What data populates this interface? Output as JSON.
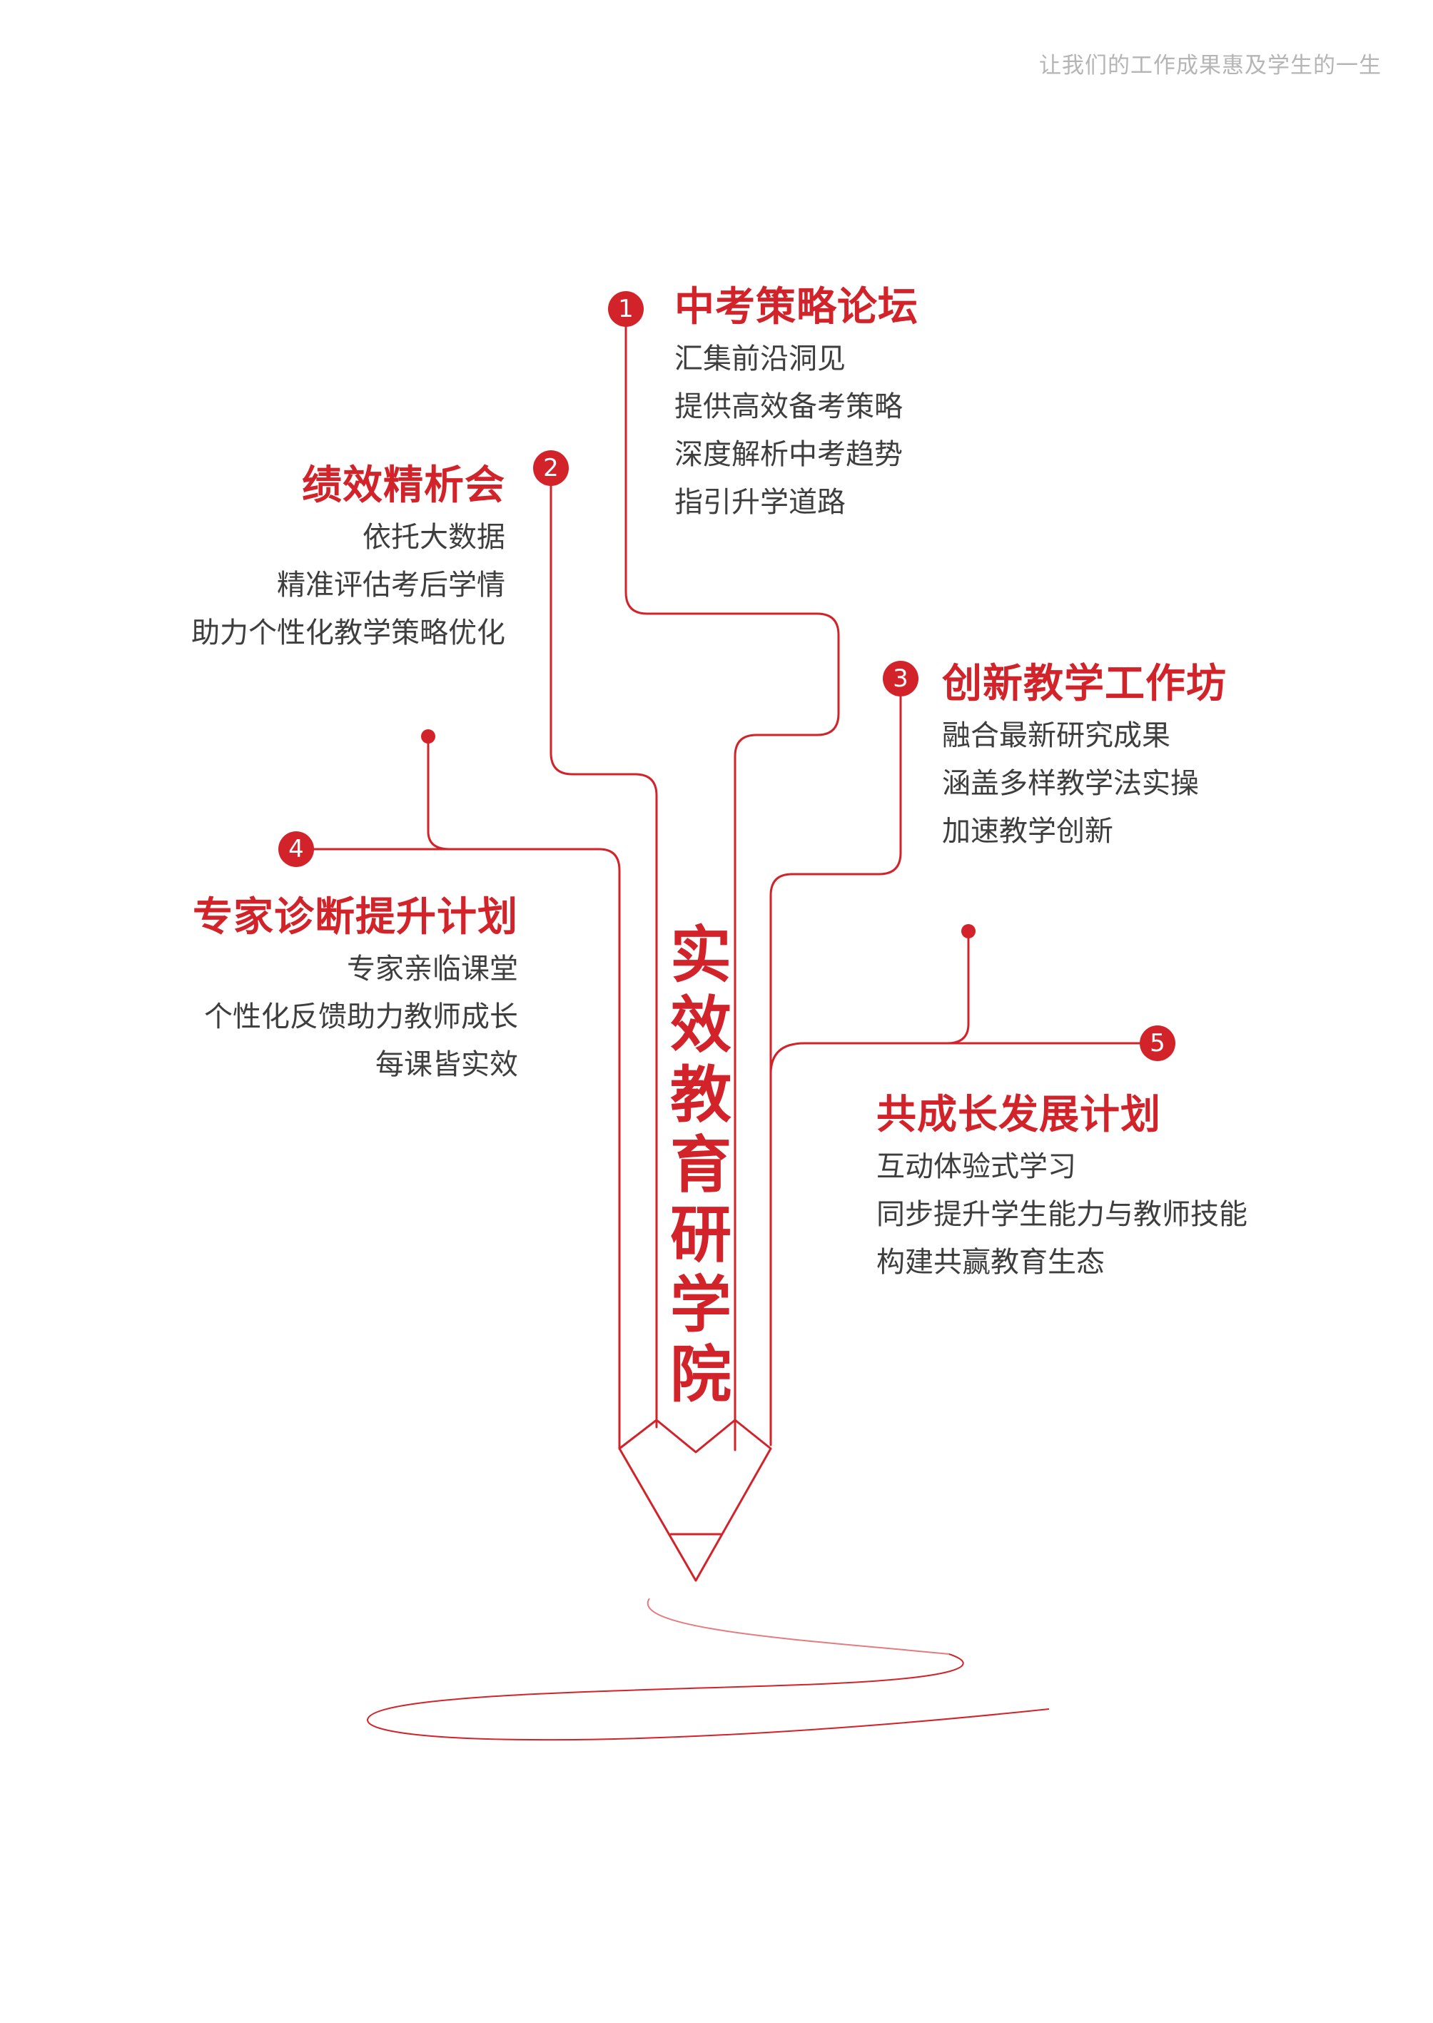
{
  "header": {
    "tagline": "让我们的工作成果惠及学生的一生"
  },
  "center_title": [
    "实",
    "效",
    "教",
    "育",
    "研",
    "学",
    "院"
  ],
  "items": [
    {
      "num": "1",
      "title": "中考策略论坛",
      "lines": [
        "汇集前沿洞见",
        "提供高效备考策略",
        "深度解析中考趋势",
        "指引升学道路"
      ]
    },
    {
      "num": "2",
      "title": "绩效精析会",
      "lines": [
        "依托大数据",
        "精准评估考后学情",
        "助力个性化教学策略优化"
      ]
    },
    {
      "num": "3",
      "title": "创新教学工作坊",
      "lines": [
        "融合最新研究成果",
        "涵盖多样教学法实操",
        "加速教学创新"
      ]
    },
    {
      "num": "4",
      "title": "专家诊断提升计划",
      "lines": [
        "专家亲临课堂",
        "个性化反馈助力教师成长",
        "每课皆实效"
      ]
    },
    {
      "num": "5",
      "title": "共成长发展计划",
      "lines": [
        "互动体验式学习",
        "同步提升学生能力与教师技能",
        "构建共赢教育生态"
      ]
    }
  ],
  "colors": {
    "accent": "#d2232a",
    "text": "#3e3e3e",
    "muted": "#b5b5b5"
  }
}
